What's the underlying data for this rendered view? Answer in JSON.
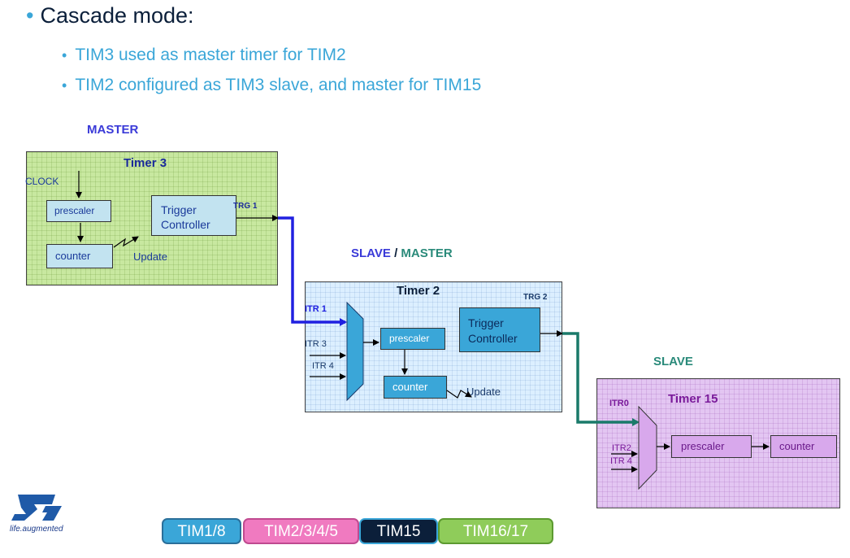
{
  "bullets": {
    "main": "Cascade mode:",
    "sub1": "TIM3 used as master timer for TIM2",
    "sub2": "TIM2 configured as TIM3 slave, and master for TIM15"
  },
  "roles": {
    "master": "MASTER",
    "slave": "SLAVE",
    "separator": " / ",
    "master2": "MASTER",
    "slave2": "SLAVE"
  },
  "timer3": {
    "title": "Timer 3",
    "clock": "CLOCK",
    "prescaler": "prescaler",
    "counter": "counter",
    "update": "Update",
    "trigger_line1": "Trigger",
    "trigger_line2": "Controller",
    "trg": "TRG 1"
  },
  "timer2": {
    "title": "Timer 2",
    "itr1": "ITR 1",
    "itr3": "ITR 3",
    "itr4": "ITR 4",
    "prescaler": "prescaler",
    "counter": "counter",
    "update": "Update",
    "trigger_line1": "Trigger",
    "trigger_line2": "Controller",
    "trg": "TRG 2"
  },
  "timer15": {
    "title": "Timer 15",
    "itr0": "ITR0",
    "itr2": "ITR2",
    "itr4": "ITR 4",
    "prescaler": "prescaler",
    "counter": "counter"
  },
  "tabs": [
    {
      "label": "TIM1/8",
      "bg": "#3aa6d8",
      "border": "#2a6f9a",
      "color": "#ffffff"
    },
    {
      "label": "TIM2/3/4/5",
      "bg": "#f07ac0",
      "border": "#c04a90",
      "color": "#ffffff"
    },
    {
      "label": "TIM15",
      "bg": "#0b1f3a",
      "border": "#3aa6d8",
      "color": "#ffffff"
    },
    {
      "label": "TIM16/17",
      "bg": "#8fcc5a",
      "border": "#5c9a30",
      "color": "#ffffff"
    }
  ],
  "logo": {
    "tagline": "life.augmented"
  },
  "colors": {
    "accent": "#3aa6d8",
    "master_role": "#3a3ad8",
    "slave_role": "#2a8a7a",
    "wire_trg1": "#2020e0",
    "wire_trg2": "#1a7a6a"
  }
}
